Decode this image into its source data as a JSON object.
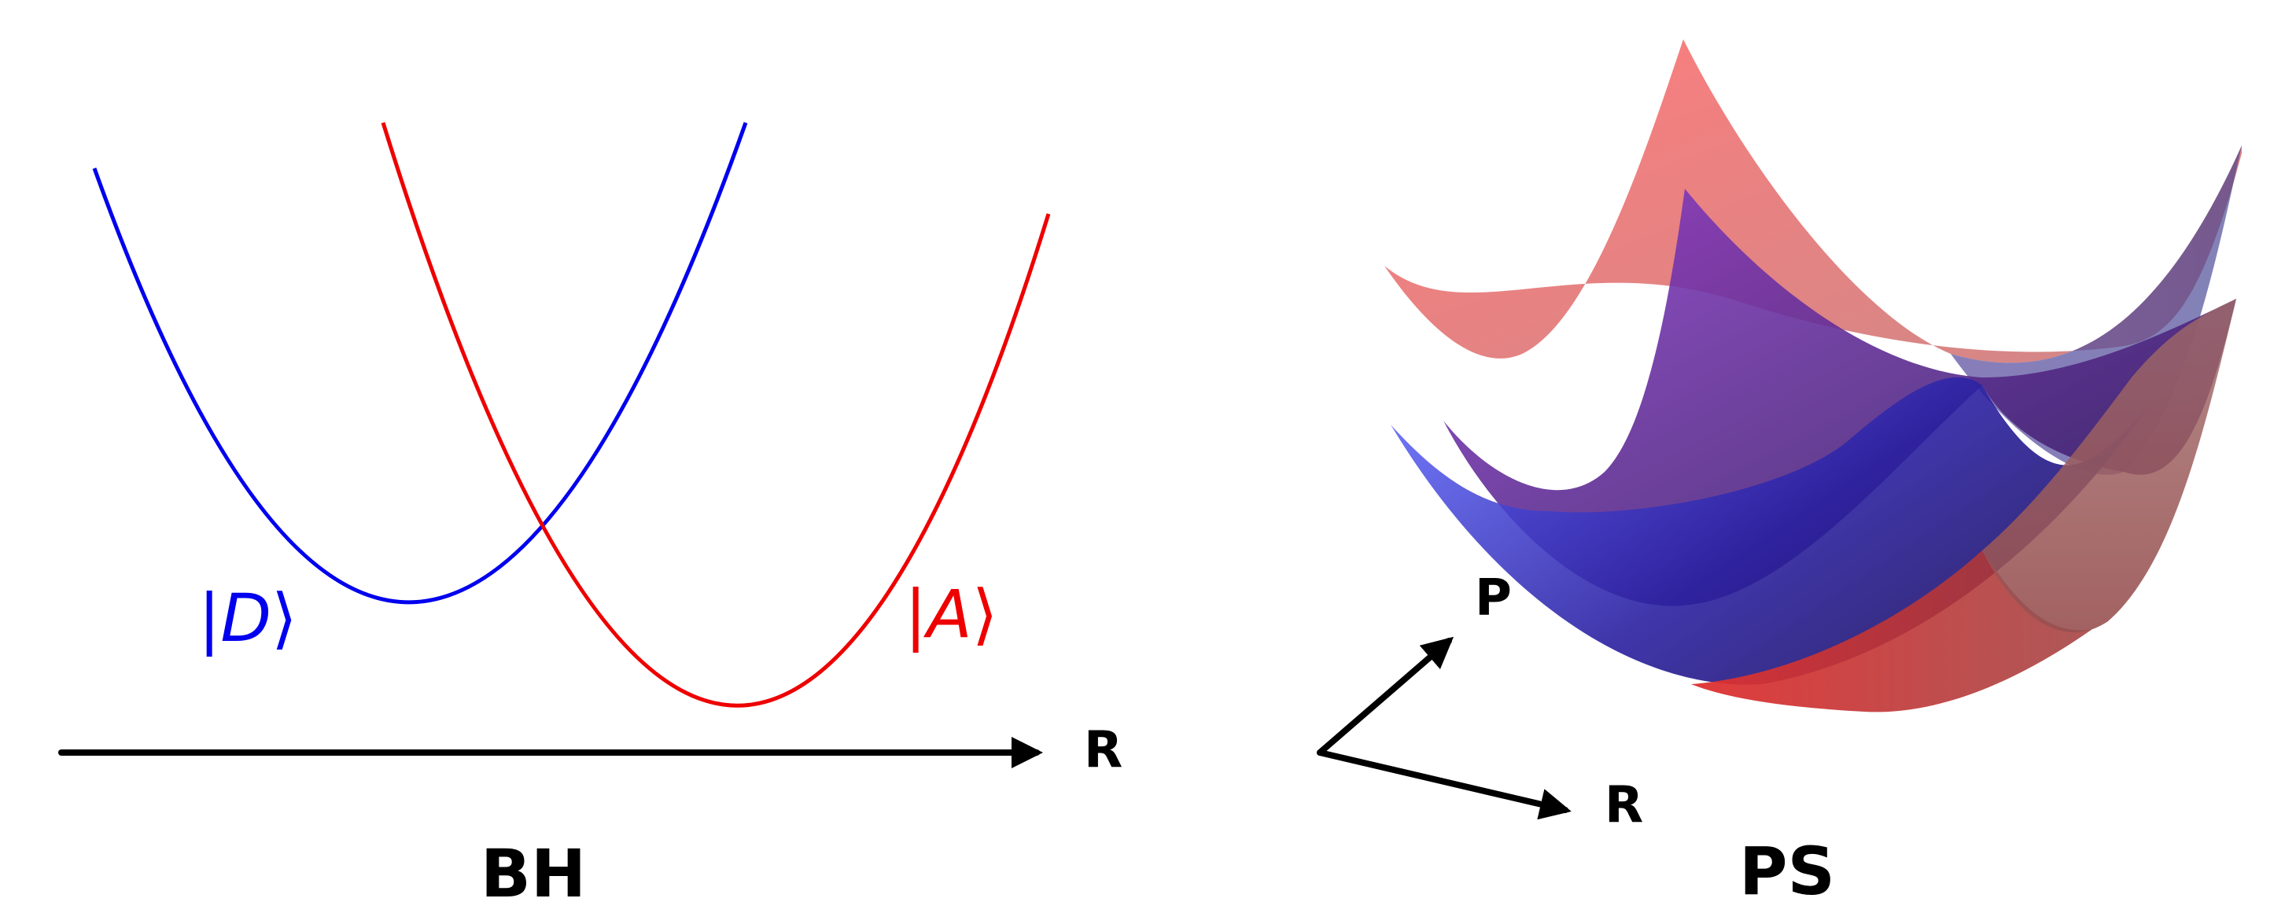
{
  "colors": {
    "donor": "#0000ee",
    "acceptor": "#ee0000",
    "axis": "#000000",
    "donor_surface": "#3344ff",
    "acceptor_surface": "#ff5555",
    "shadow_surface": "#443377"
  },
  "left_panel": {
    "title": "BH",
    "axis_label": "R",
    "donor_label": {
      "open": "|",
      "letter": "D",
      "close": "⟩"
    },
    "acceptor_label": {
      "open": "|",
      "letter": "A",
      "close": "⟩"
    }
  },
  "right_panel": {
    "title": "PS",
    "axis_p_label": "P",
    "axis_r_label": "R"
  }
}
